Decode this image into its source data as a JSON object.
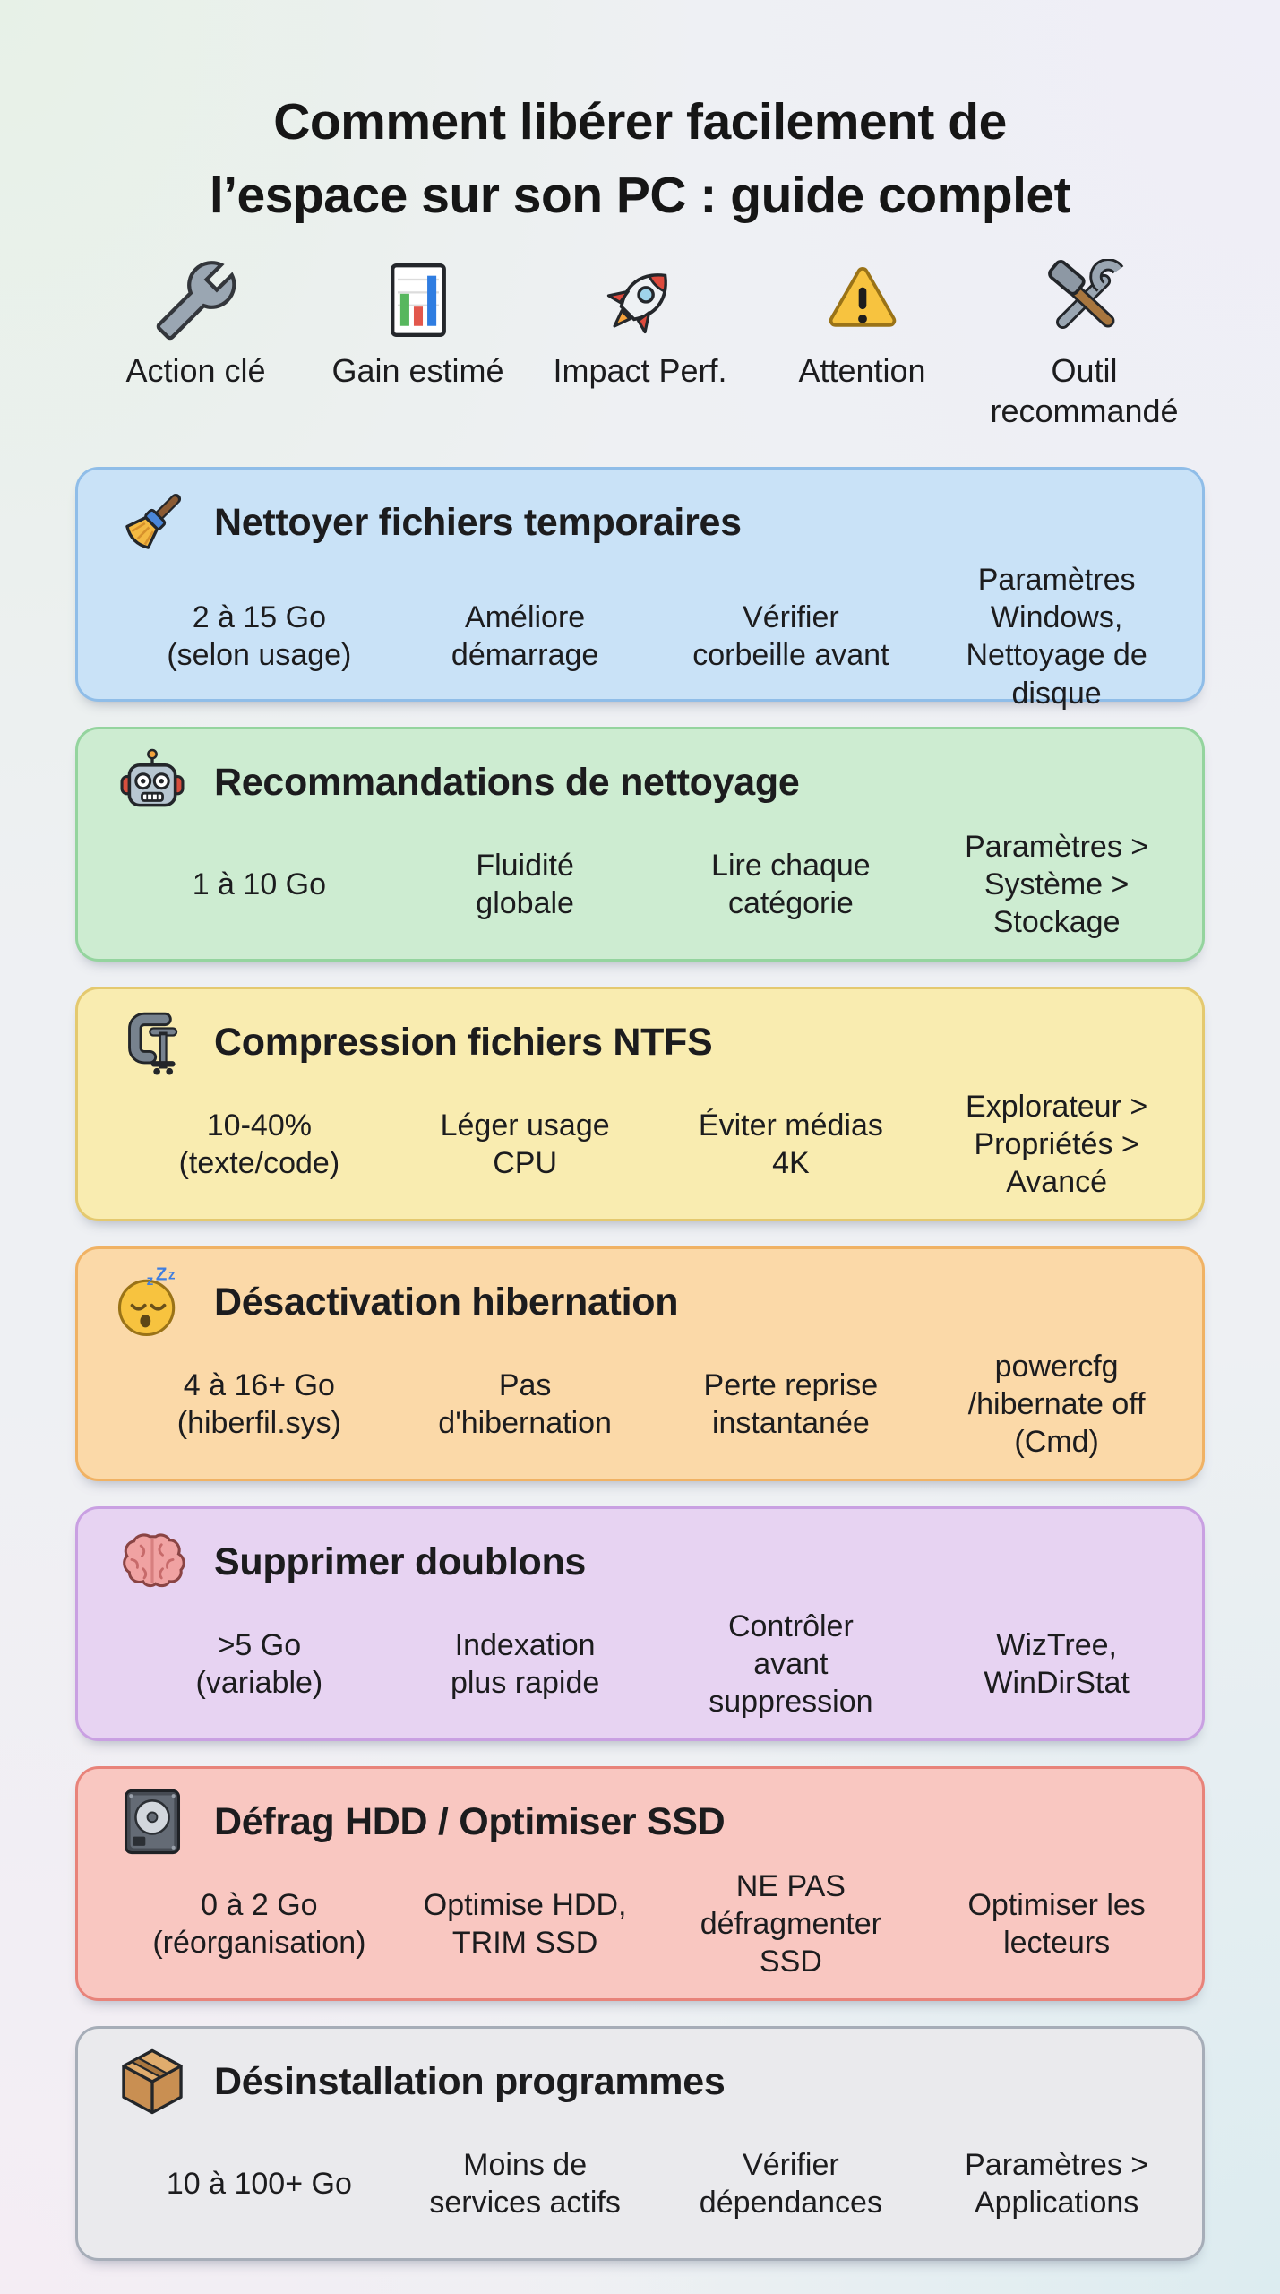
{
  "title": "Comment libérer facilement de\nl’espace sur son PC : guide complet",
  "legend": [
    {
      "icon": "wrench-icon",
      "label": "Action clé"
    },
    {
      "icon": "bar-chart-icon",
      "label": "Gain estimé"
    },
    {
      "icon": "rocket-icon",
      "label": "Impact Perf."
    },
    {
      "icon": "warning-icon",
      "label": "Attention"
    },
    {
      "icon": "tools-icon",
      "label": "Outil\nrecommandé"
    }
  ],
  "cards": [
    {
      "icon": "broom-icon",
      "title": "Nettoyer fichiers temporaires",
      "gain": "2 à 15 Go\n(selon usage)",
      "impact": "Améliore\ndémarrage",
      "warning": "Vérifier\ncorbeille avant",
      "tool": "Paramètres\nWindows,\nNettoyage de\ndisque",
      "colors": {
        "bg": "#c9e2f7",
        "border": "#8fbde8"
      }
    },
    {
      "icon": "robot-icon",
      "title": "Recommandations de nettoyage",
      "gain": "1 à 10 Go",
      "impact": "Fluidité\nglobale",
      "warning": "Lire chaque\ncatégorie",
      "tool": "Paramètres >\nSystème >\nStockage",
      "colors": {
        "bg": "#cdecd1",
        "border": "#94d49e"
      }
    },
    {
      "icon": "clamp-icon",
      "title": "Compression fichiers NTFS",
      "gain": "10-40%\n(texte/code)",
      "impact": "Léger usage\nCPU",
      "warning": "Éviter médias\n4K",
      "tool": "Explorateur >\nPropriétés >\nAvancé",
      "colors": {
        "bg": "#f9ecb0",
        "border": "#e4c96f"
      }
    },
    {
      "icon": "sleeping-face-icon",
      "title": "Désactivation hibernation",
      "gain": "4 à 16+ Go\n(hiberfil.sys)",
      "impact": "Pas\nd'hibernation",
      "warning": "Perte reprise\ninstantanée",
      "tool": "powercfg\n/hibernate off\n(Cmd)",
      "colors": {
        "bg": "#fbd9a8",
        "border": "#f0b264"
      }
    },
    {
      "icon": "brain-icon",
      "title": "Supprimer doublons",
      "gain": ">5 Go\n(variable)",
      "impact": "Indexation\nplus rapide",
      "warning": "Contrôler\navant\nsuppression",
      "tool": "WizTree,\nWinDirStat",
      "colors": {
        "bg": "#e7d3f2",
        "border": "#c9a0e2"
      }
    },
    {
      "icon": "hard-disk-icon",
      "title": "Défrag HDD / Optimiser SSD",
      "gain": "0 à 2 Go\n(réorganisation)",
      "impact": "Optimise HDD,\nTRIM SSD",
      "warning": "NE PAS\ndéfragmenter\nSSD",
      "tool": "Optimiser les\nlecteurs",
      "colors": {
        "bg": "#f9c7c1",
        "border": "#e8837a"
      }
    },
    {
      "icon": "package-icon",
      "title": "Désinstallation programmes",
      "gain": "10 à 100+ Go",
      "impact": "Moins de\nservices actifs",
      "warning": "Vérifier\ndépendances",
      "tool": "Paramètres >\nApplications",
      "colors": {
        "bg": "#eaeaed",
        "border": "#a6adb8"
      }
    }
  ]
}
